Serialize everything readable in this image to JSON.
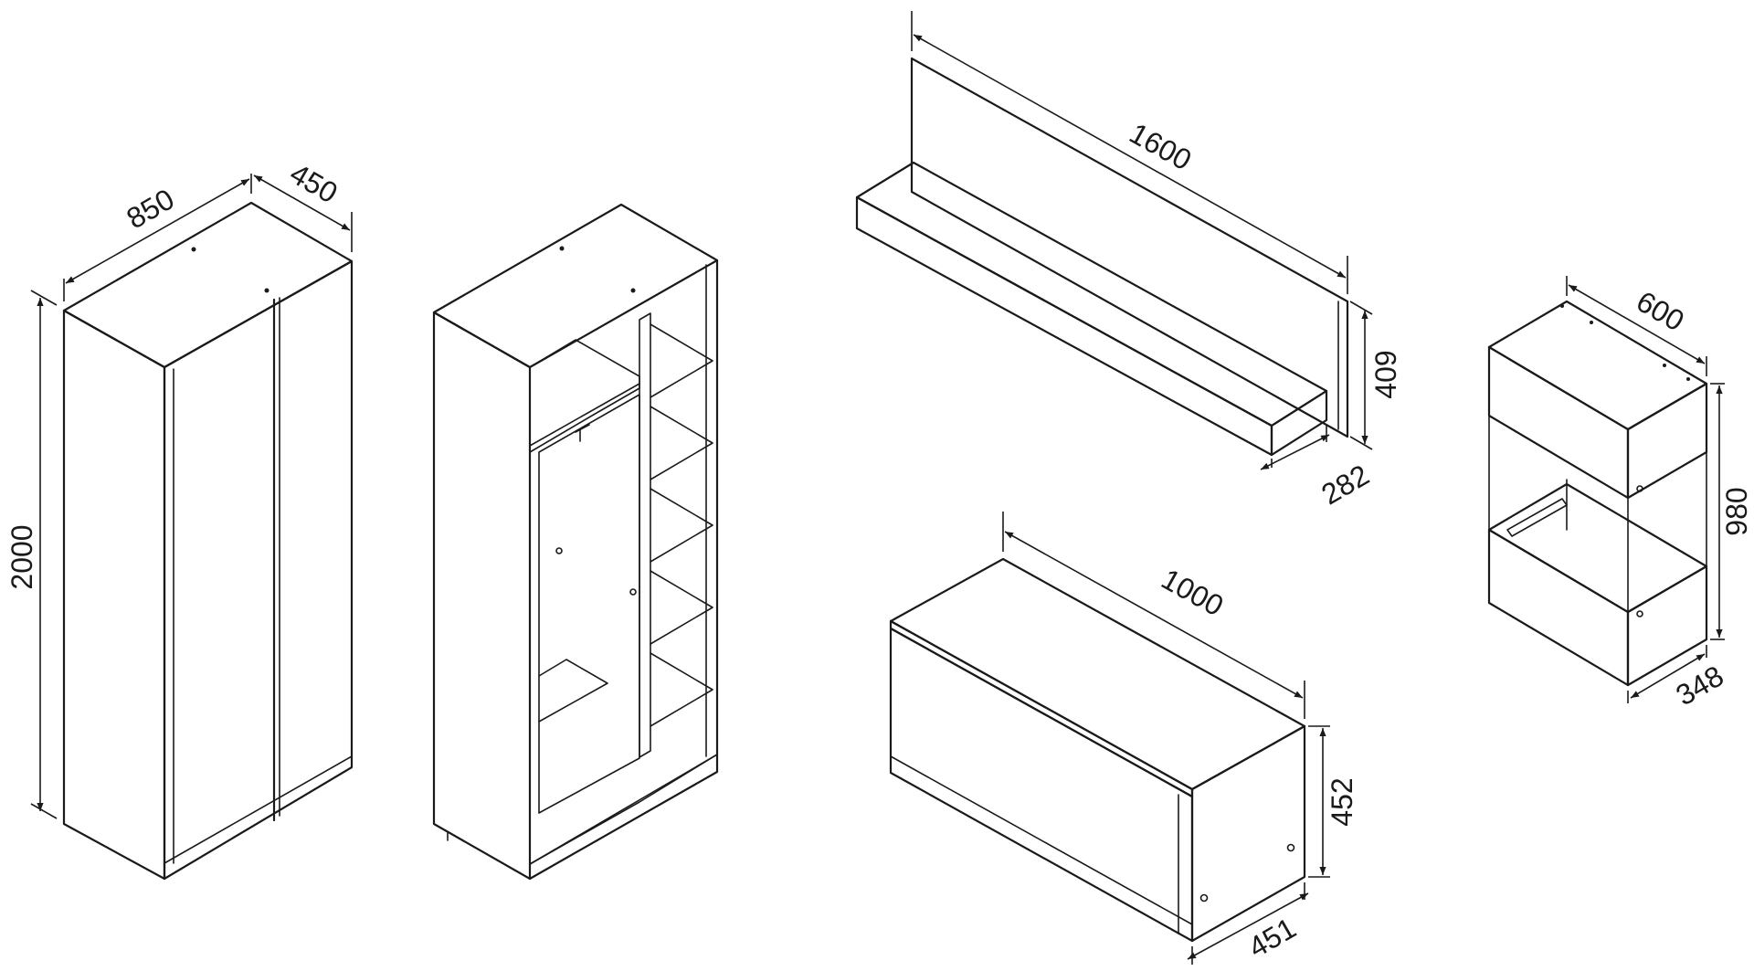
{
  "dimensions": {
    "wardrobe_width": "850",
    "wardrobe_depth": "450",
    "wardrobe_height": "2000",
    "shelf_width": "1600",
    "shelf_height": "409",
    "shelf_depth": "282",
    "bench_width": "1000",
    "bench_height": "452",
    "bench_depth": "451",
    "cabinet_width": "600",
    "cabinet_height": "980",
    "cabinet_depth": "348"
  },
  "colors": {
    "line": "#1a1a1a",
    "background": "#ffffff"
  }
}
